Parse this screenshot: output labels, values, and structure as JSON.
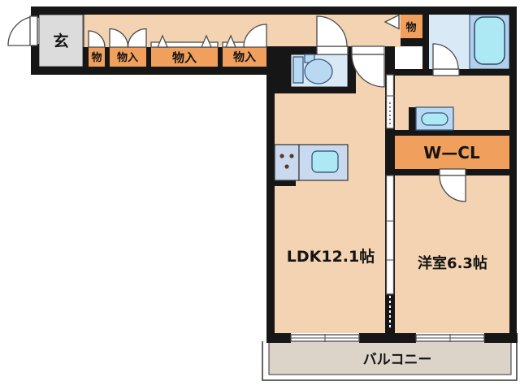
{
  "floorplan": {
    "title": "apartment-floorplan",
    "rooms": {
      "genkan": {
        "label": "玄"
      },
      "hall_storage": [
        {
          "label": "物"
        },
        {
          "label": "物入"
        },
        {
          "label": "物入"
        },
        {
          "label": "物入"
        }
      ],
      "storage_top_right": {
        "label": "物"
      },
      "walk_in_closet": {
        "label": "W—CL"
      },
      "ldk": {
        "label": "LDK12.1帖"
      },
      "western_room": {
        "label": "洋室6.3帖"
      },
      "balcony": {
        "label": "バルコニー"
      }
    },
    "colors": {
      "wall": "#161616",
      "floor_peach": "#f3d3b1",
      "storage_orange": "#f0a05c",
      "genkan_gray": "#dcdcdc",
      "wet_room_blue": "#d9e9f6",
      "fixture_blue": "#b9d8f2",
      "water_cyan": "#ace9f4",
      "tub_surround_blue": "#b4cfec",
      "balcony_beige": "#dcd4c9"
    }
  }
}
